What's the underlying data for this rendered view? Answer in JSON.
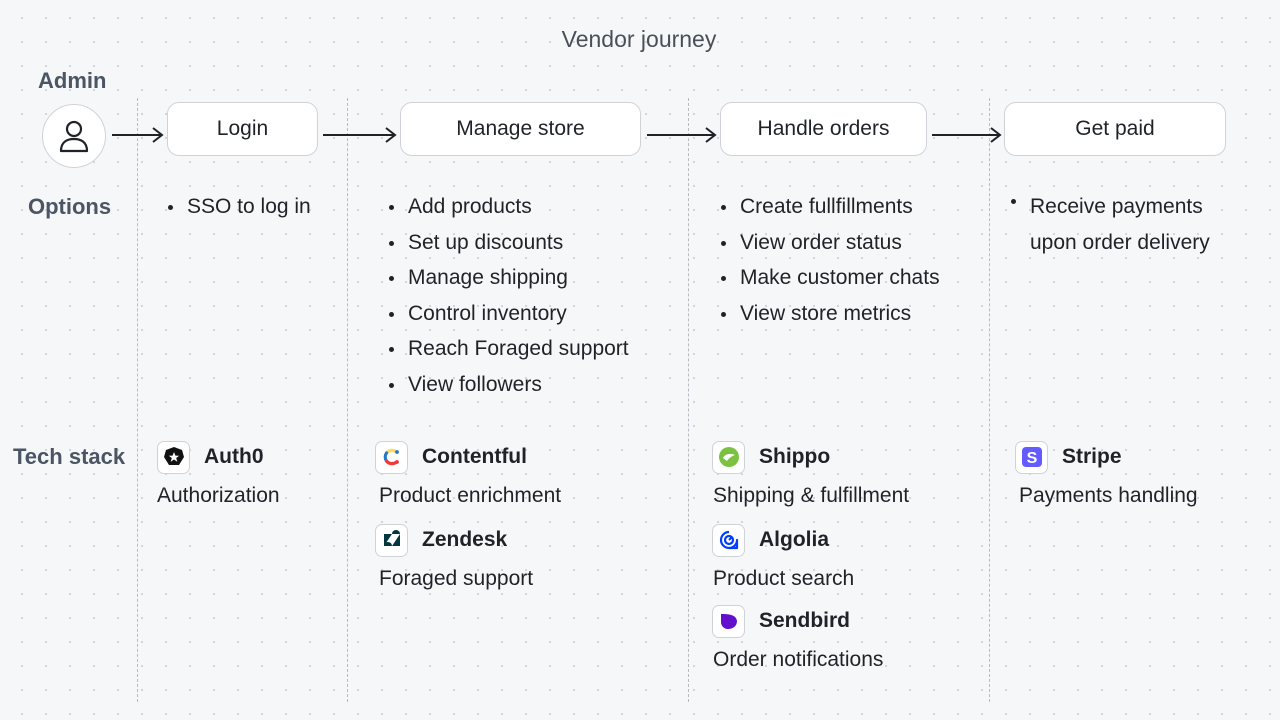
{
  "title": "Vendor journey",
  "labels": {
    "admin": "Admin",
    "options": "Options",
    "tech_stack": "Tech stack"
  },
  "steps": [
    {
      "label": "Login",
      "options": [
        "SSO to log in"
      ],
      "tech": [
        {
          "name": "Auth0",
          "desc": "Authorization",
          "icon": "auth0-logo-icon"
        }
      ]
    },
    {
      "label": "Manage store",
      "options": [
        "Add products",
        "Set up discounts",
        "Manage shipping",
        "Control inventory",
        "Reach Foraged support",
        "View followers"
      ],
      "tech": [
        {
          "name": "Contentful",
          "desc": "Product enrichment",
          "icon": "contentful-logo-icon"
        },
        {
          "name": "Zendesk",
          "desc": "Foraged support",
          "icon": "zendesk-logo-icon"
        }
      ]
    },
    {
      "label": "Handle orders",
      "options": [
        "Create fullfillments",
        "View order status",
        "Make customer chats",
        "View store metrics"
      ],
      "tech": [
        {
          "name": "Shippo",
          "desc": "Shipping & fulfillment",
          "icon": "shippo-logo-icon"
        },
        {
          "name": "Algolia",
          "desc": "Product search",
          "icon": "algolia-logo-icon"
        },
        {
          "name": "Sendbird",
          "desc": "Order notifications",
          "icon": "sendbird-logo-icon"
        }
      ]
    },
    {
      "label": "Get paid",
      "options": [
        "Receive payments upon order delivery"
      ],
      "tech": [
        {
          "name": "Stripe",
          "desc": "Payments handling",
          "icon": "stripe-logo-icon"
        }
      ]
    }
  ],
  "colors": {
    "background": "#f6f7f9",
    "card_border": "#cfd3d8",
    "label_gray": "#4b5563",
    "stripe": "#635bff",
    "sendbird": "#6210cc",
    "shippo": "#7cc242",
    "algolia": "#003dff",
    "zendesk": "#03363d"
  }
}
